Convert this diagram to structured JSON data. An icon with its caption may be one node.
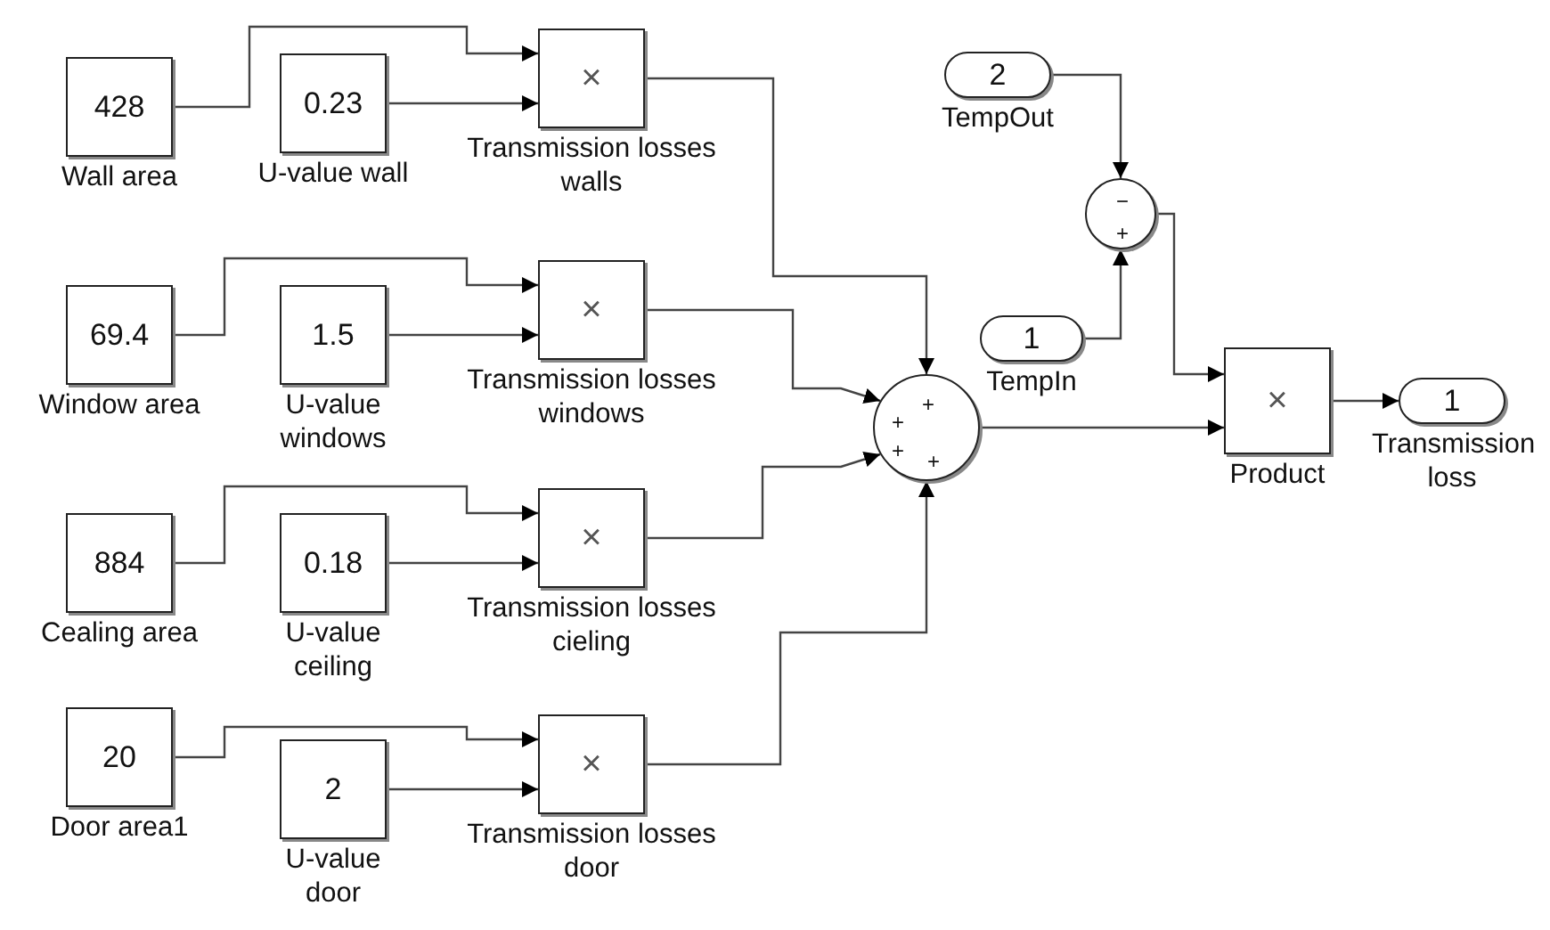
{
  "diagram": {
    "nodes": [
      {
        "text": [
          "428"
        ],
        "beside": [
          "Wall area"
        ]
      },
      {
        "text": [
          "0.23"
        ],
        "beside": [
          "U-value wall"
        ]
      },
      {
        "text": [
          "×"
        ],
        "beside": [
          "Transmission losses walls"
        ]
      },
      {
        "text": [
          "69.4"
        ],
        "beside": [
          "Window area"
        ]
      },
      {
        "text": [
          "1.5"
        ],
        "beside": [
          "U-value windows"
        ]
      },
      {
        "text": [
          "×"
        ],
        "beside": [
          "Transmission losses windows"
        ]
      },
      {
        "text": [
          "884"
        ],
        "beside": [
          "Cealing area"
        ]
      },
      {
        "text": [
          "0.18"
        ],
        "beside": [
          "U-value ceiling"
        ]
      },
      {
        "text": [
          "×"
        ],
        "beside": [
          "Transmission losses cieling"
        ]
      },
      {
        "text": [
          "20"
        ],
        "beside": [
          "Door area1"
        ]
      },
      {
        "text": [
          "2"
        ],
        "beside": [
          "U-value door"
        ]
      },
      {
        "text": [
          "×"
        ],
        "beside": [
          "Transmission losses door"
        ]
      },
      {
        "text": [
          "+",
          "+",
          "+",
          "+"
        ]
      },
      {
        "text": [
          "2"
        ],
        "beside": [
          "TempOut"
        ]
      },
      {
        "text": [
          "−",
          "+"
        ]
      },
      {
        "text": [
          "1"
        ],
        "beside": [
          "TempIn"
        ]
      },
      {
        "text": [
          "×"
        ],
        "beside": [
          "Product"
        ]
      },
      {
        "text": [
          "1"
        ],
        "beside": [
          "Transmission loss"
        ]
      }
    ],
    "edges": [
      {
        "from": 0,
        "to": 2,
        "arrow": "to"
      },
      {
        "from": 1,
        "to": 2,
        "arrow": "to"
      },
      {
        "from": 3,
        "to": 5,
        "arrow": "to"
      },
      {
        "from": 4,
        "to": 5,
        "arrow": "to"
      },
      {
        "from": 6,
        "to": 8,
        "arrow": "to"
      },
      {
        "from": 7,
        "to": 8,
        "arrow": "to"
      },
      {
        "from": 9,
        "to": 11,
        "arrow": "to"
      },
      {
        "from": 10,
        "to": 11,
        "arrow": "to"
      },
      {
        "from": 2,
        "to": 12,
        "arrow": "to"
      },
      {
        "from": 5,
        "to": 12,
        "arrow": "to"
      },
      {
        "from": 8,
        "to": 12,
        "arrow": "to"
      },
      {
        "from": 11,
        "to": 12,
        "arrow": "to"
      },
      {
        "from": 12,
        "to": 16,
        "arrow": "to"
      },
      {
        "from": 13,
        "to": 14,
        "arrow": "to"
      },
      {
        "from": 15,
        "to": 14,
        "arrow": "to"
      },
      {
        "from": 14,
        "to": 16,
        "arrow": "to"
      },
      {
        "from": 16,
        "to": 17,
        "arrow": "to"
      }
    ]
  }
}
